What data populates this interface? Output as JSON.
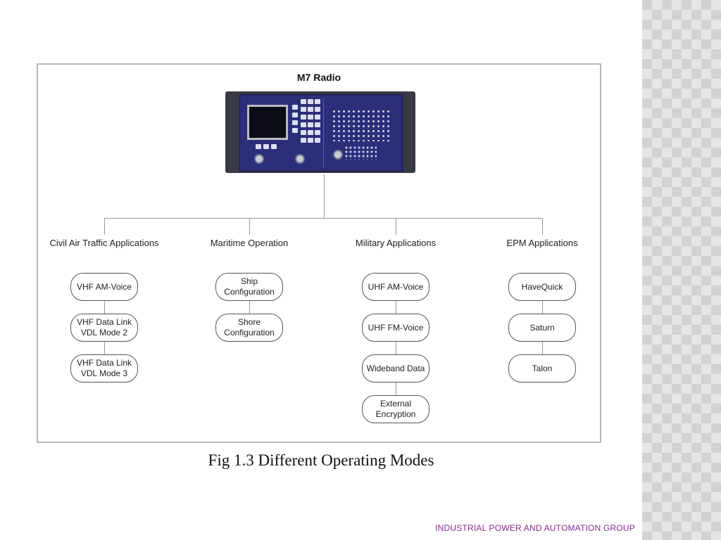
{
  "diagram": {
    "title": "M7 Radio",
    "categories": [
      {
        "label": "Civil Air Traffic Applications",
        "modes": [
          "VHF AM-Voice",
          "VHF Data Link\nVDL Mode 2",
          "VHF Data Link\nVDL Mode 3"
        ]
      },
      {
        "label": "Maritime Operation",
        "modes": [
          "Ship\nConfiguration",
          "Shore\nConfiguration"
        ]
      },
      {
        "label": "Military Applications",
        "modes": [
          "UHF AM-Voice",
          "UHF FM-Voice",
          "Wideband Data",
          "External\nEncryption"
        ]
      },
      {
        "label": "EPM Applications",
        "modes": [
          "HaveQuick",
          "Saturn",
          "Talon"
        ]
      }
    ]
  },
  "caption": "Fig 1.3 Different Operating Modes",
  "footer": "INDUSTRIAL POWER AND AUTOMATION GROUP",
  "colors": {
    "footer": "#8a2a8a",
    "radio_face": "#2b2f7a"
  }
}
